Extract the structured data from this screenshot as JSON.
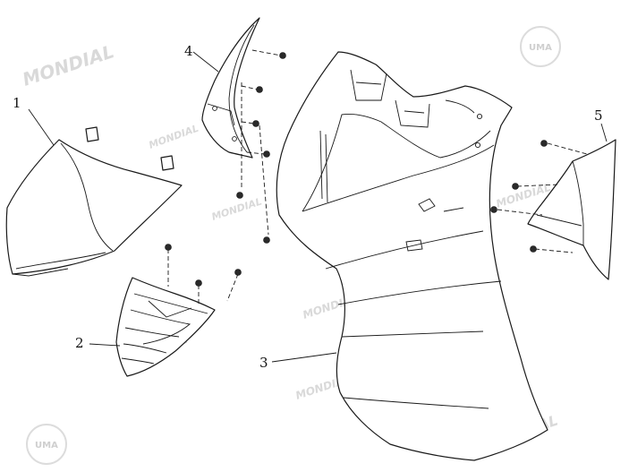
{
  "watermark": {
    "brand_text": "MONDIAL",
    "badge_text": "UMA"
  },
  "callouts": [
    {
      "id": "1",
      "label": "1"
    },
    {
      "id": "2",
      "label": "2"
    },
    {
      "id": "3",
      "label": "3"
    },
    {
      "id": "4",
      "label": "4"
    },
    {
      "id": "5",
      "label": "5"
    }
  ]
}
